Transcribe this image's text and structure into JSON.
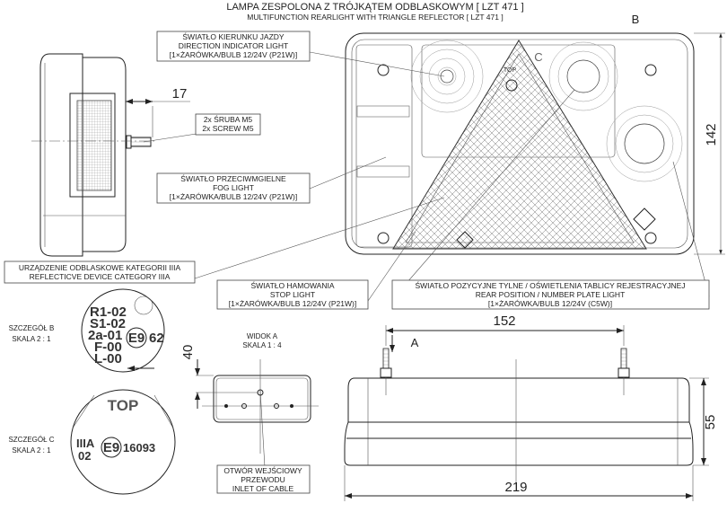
{
  "title": {
    "pl": "LAMPA ZESPOLONA Z TRÓJKĄTEM ODBLASKOWYM [ LZT 471 ]",
    "en": "MULTIFUNCTION REARLIGHT WITH TRIANGLE REFLECTOR [ LZT 471 ]"
  },
  "labels": {
    "detail_b_marker": "B",
    "detail_c_marker": "C",
    "view_a_marker": "A",
    "top_marker": "TOP"
  },
  "dimensions": {
    "height": "142",
    "bolt_offset": "17",
    "bolt_spacing": "152",
    "depth": "55",
    "width": "219",
    "cable_offset": "40"
  },
  "callouts": {
    "indicator": [
      "ŚWIATŁO KIERUNKU JAZDY",
      "DIRECTION INDICATOR LIGHT",
      "[1×ŻARÓWKA/BULB 12/24V (P21W)]"
    ],
    "screw": [
      "2x ŚRUBA M5",
      "2x SCREW M5"
    ],
    "fog": [
      "ŚWIATŁO PRZECIWMGIELNE",
      "FOG LIGHT",
      "[1×ŻARÓWKA/BULB 12/24V (P21W)]"
    ],
    "reflector": [
      "URZĄDZENIE ODBLASKOWE KATEGORII IIIA",
      "REFLECTICVE DEVICE CATEGORY IIIA"
    ],
    "stop": [
      "ŚWIATŁO HAMOWANIA",
      "STOP LIGHT",
      "[1×ŻARÓWKA/BULB 12/24V (P21W)]"
    ],
    "position": [
      "ŚWIATŁO POZYCYJNE TYLNE / OŚWIETLENIA TABLICY REJESTRACYJNEJ",
      "REAR POSITION / NUMBER PLATE LIGHT",
      "[1×ŻARÓWKA/BULB 12/24V (C5W)]"
    ],
    "cable": [
      "OTWÓR WEJŚCIOWY",
      "PRZEWODU",
      "INLET OF CABLE"
    ]
  },
  "detail_b": {
    "label": [
      "SZCZEGÓŁ B",
      "SKALA 2 : 1"
    ],
    "codes": [
      "R1-02",
      "S1-02",
      "2a-01",
      "F-00",
      "L-00"
    ],
    "mark": "E9",
    "number": "62"
  },
  "detail_c": {
    "label": [
      "SZCZEGÓŁ C",
      "SKALA 2 : 1"
    ],
    "top": "TOP",
    "codes": [
      "IIIA",
      "02"
    ],
    "mark": "E9",
    "number": "16093"
  },
  "view_a": {
    "label": [
      "WIDOK A",
      "SKALA 1 : 4"
    ]
  }
}
